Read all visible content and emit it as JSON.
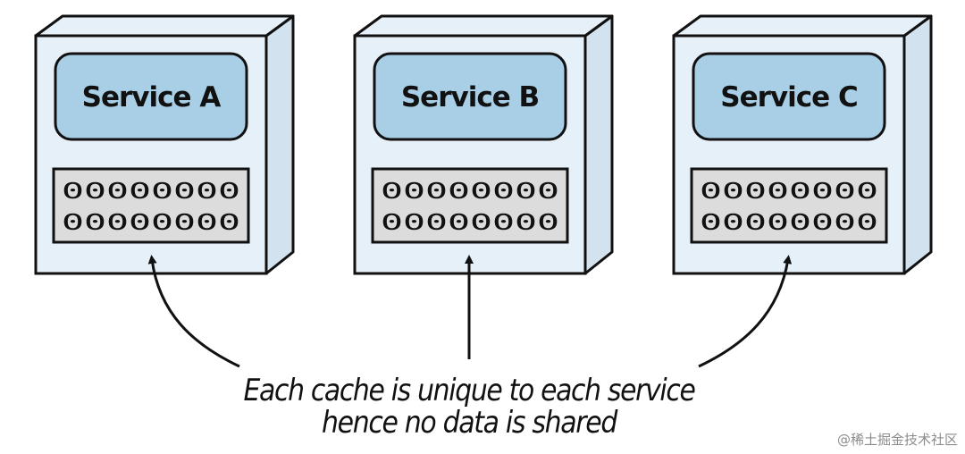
{
  "colors": {
    "box_front": "#e6f0f8",
    "box_side": "#d3e2ef",
    "label_box": "#a9cfe6",
    "cache_fill": "#dcdcdc",
    "stroke": "#111111"
  },
  "services": [
    {
      "label": "Service A",
      "cache_rows": [
        "00000000",
        "00000000"
      ]
    },
    {
      "label": "Service B",
      "cache_rows": [
        "00000000",
        "00000000"
      ]
    },
    {
      "label": "Service C",
      "cache_rows": [
        "00000000",
        "00000000"
      ]
    }
  ],
  "caption": {
    "line1": "Each cache is unique to each service",
    "line2": "hence no data is shared"
  },
  "watermark": "@稀土掘金技术社区"
}
